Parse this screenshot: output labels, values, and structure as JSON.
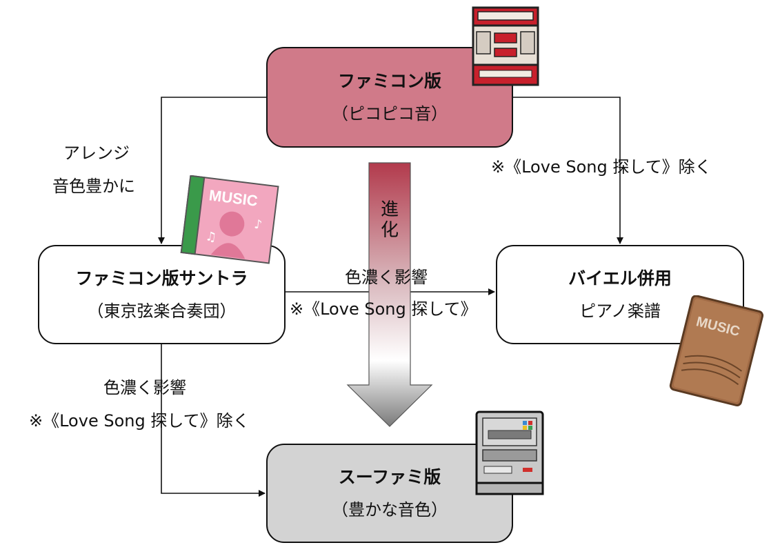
{
  "nodes": {
    "famicom": {
      "title": "ファミコン版",
      "sub": "（ピコピコ音）"
    },
    "soundtrack": {
      "title": "ファミコン版サントラ",
      "sub": "（東京弦楽合奏団）"
    },
    "bayer": {
      "title": "バイエル併用",
      "sub": "ピアノ楽譜"
    },
    "sfc": {
      "title": "スーファミ版",
      "sub": "（豊かな音色）"
    }
  },
  "edges": {
    "arrange": {
      "line1": "アレンジ",
      "line2": "音色豊かに"
    },
    "famicom_bayer": {
      "note": "※《Love Song  探して》除く"
    },
    "sound_bayer": {
      "line1": "色濃く影響",
      "note": "※《Love Song  探して》"
    },
    "sound_sfc": {
      "line1": "色濃く影響",
      "note": "※《Love Song  探して》除く"
    },
    "evolution": {
      "chars": [
        "進",
        "化"
      ]
    }
  },
  "icons": {
    "cd": {
      "text": "MUSIC"
    },
    "book": {
      "text": "MUSIC"
    }
  },
  "colors": {
    "famicom_fill": "#d07a89",
    "sfc_fill": "#d3d3d3",
    "arrow_top": "#b23a4c",
    "arrow_bottom": "#7a7a7a"
  }
}
